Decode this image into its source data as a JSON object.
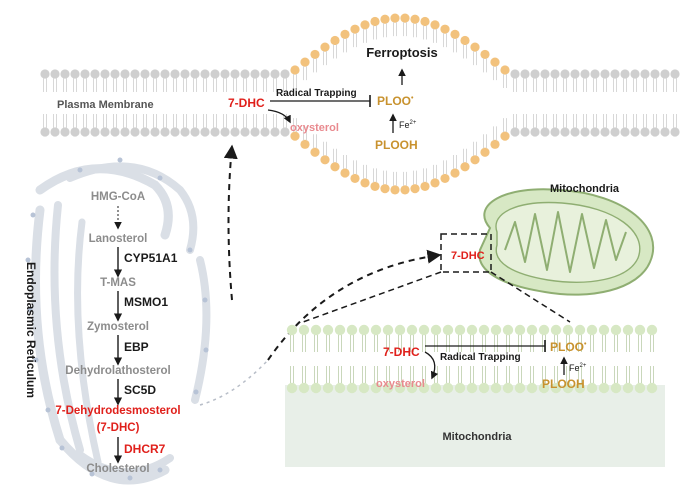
{
  "title": "Ferroptosis",
  "membrane": {
    "label": "Plasma Membrane",
    "dhc": "7-DHC",
    "radical_trapping": "Radical Trapping",
    "plooRadical": "PLOO",
    "radical_dot": "•",
    "oxysterol": "oxysterol",
    "fe": "Fe",
    "fe_charge": "2+",
    "plooh": "PLOOH"
  },
  "er": {
    "label": "Endoplasmic Reticulum",
    "pathway": [
      {
        "name": "HMG-CoA",
        "kind": "metabolite"
      },
      {
        "name": "Lanosterol",
        "kind": "metabolite"
      },
      {
        "name": "CYP51A1",
        "kind": "enzyme"
      },
      {
        "name": "T-MAS",
        "kind": "metabolite"
      },
      {
        "name": "MSMO1",
        "kind": "enzyme"
      },
      {
        "name": "Zymosterol",
        "kind": "metabolite"
      },
      {
        "name": "EBP",
        "kind": "enzyme"
      },
      {
        "name": "Dehydrolathosterol",
        "kind": "metabolite"
      },
      {
        "name": "SC5D",
        "kind": "enzyme"
      },
      {
        "name": "7-Dehydrodesmosterol",
        "kind": "highlight"
      },
      {
        "name": "(7-DHC)",
        "kind": "highlight"
      },
      {
        "name": "DHCR7",
        "kind": "enzyme-red"
      },
      {
        "name": "Cholesterol",
        "kind": "metabolite"
      }
    ]
  },
  "mito": {
    "label": "Mitochondria",
    "dhc": "7-DHC"
  },
  "inset": {
    "dhc": "7-DHC",
    "radical_trapping": "Radical Trapping",
    "plooRadical": "PLOO",
    "radical_dot": "•",
    "oxysterol": "oxysterol",
    "fe": "Fe",
    "fe_charge": "2+",
    "plooh": "PLOOH",
    "matrix_label": "Mitochondria"
  },
  "colors": {
    "red": "#e0201b",
    "pink": "#e98a8f",
    "gold": "#c8922e",
    "gray_text": "#8c8c8c",
    "membrane_gray": "#cfcfcf",
    "membrane_orange": "#f2c27d",
    "mito_green": "#d7e8c4",
    "mito_outline": "#8fae72",
    "dark": "#1a1a1a"
  }
}
